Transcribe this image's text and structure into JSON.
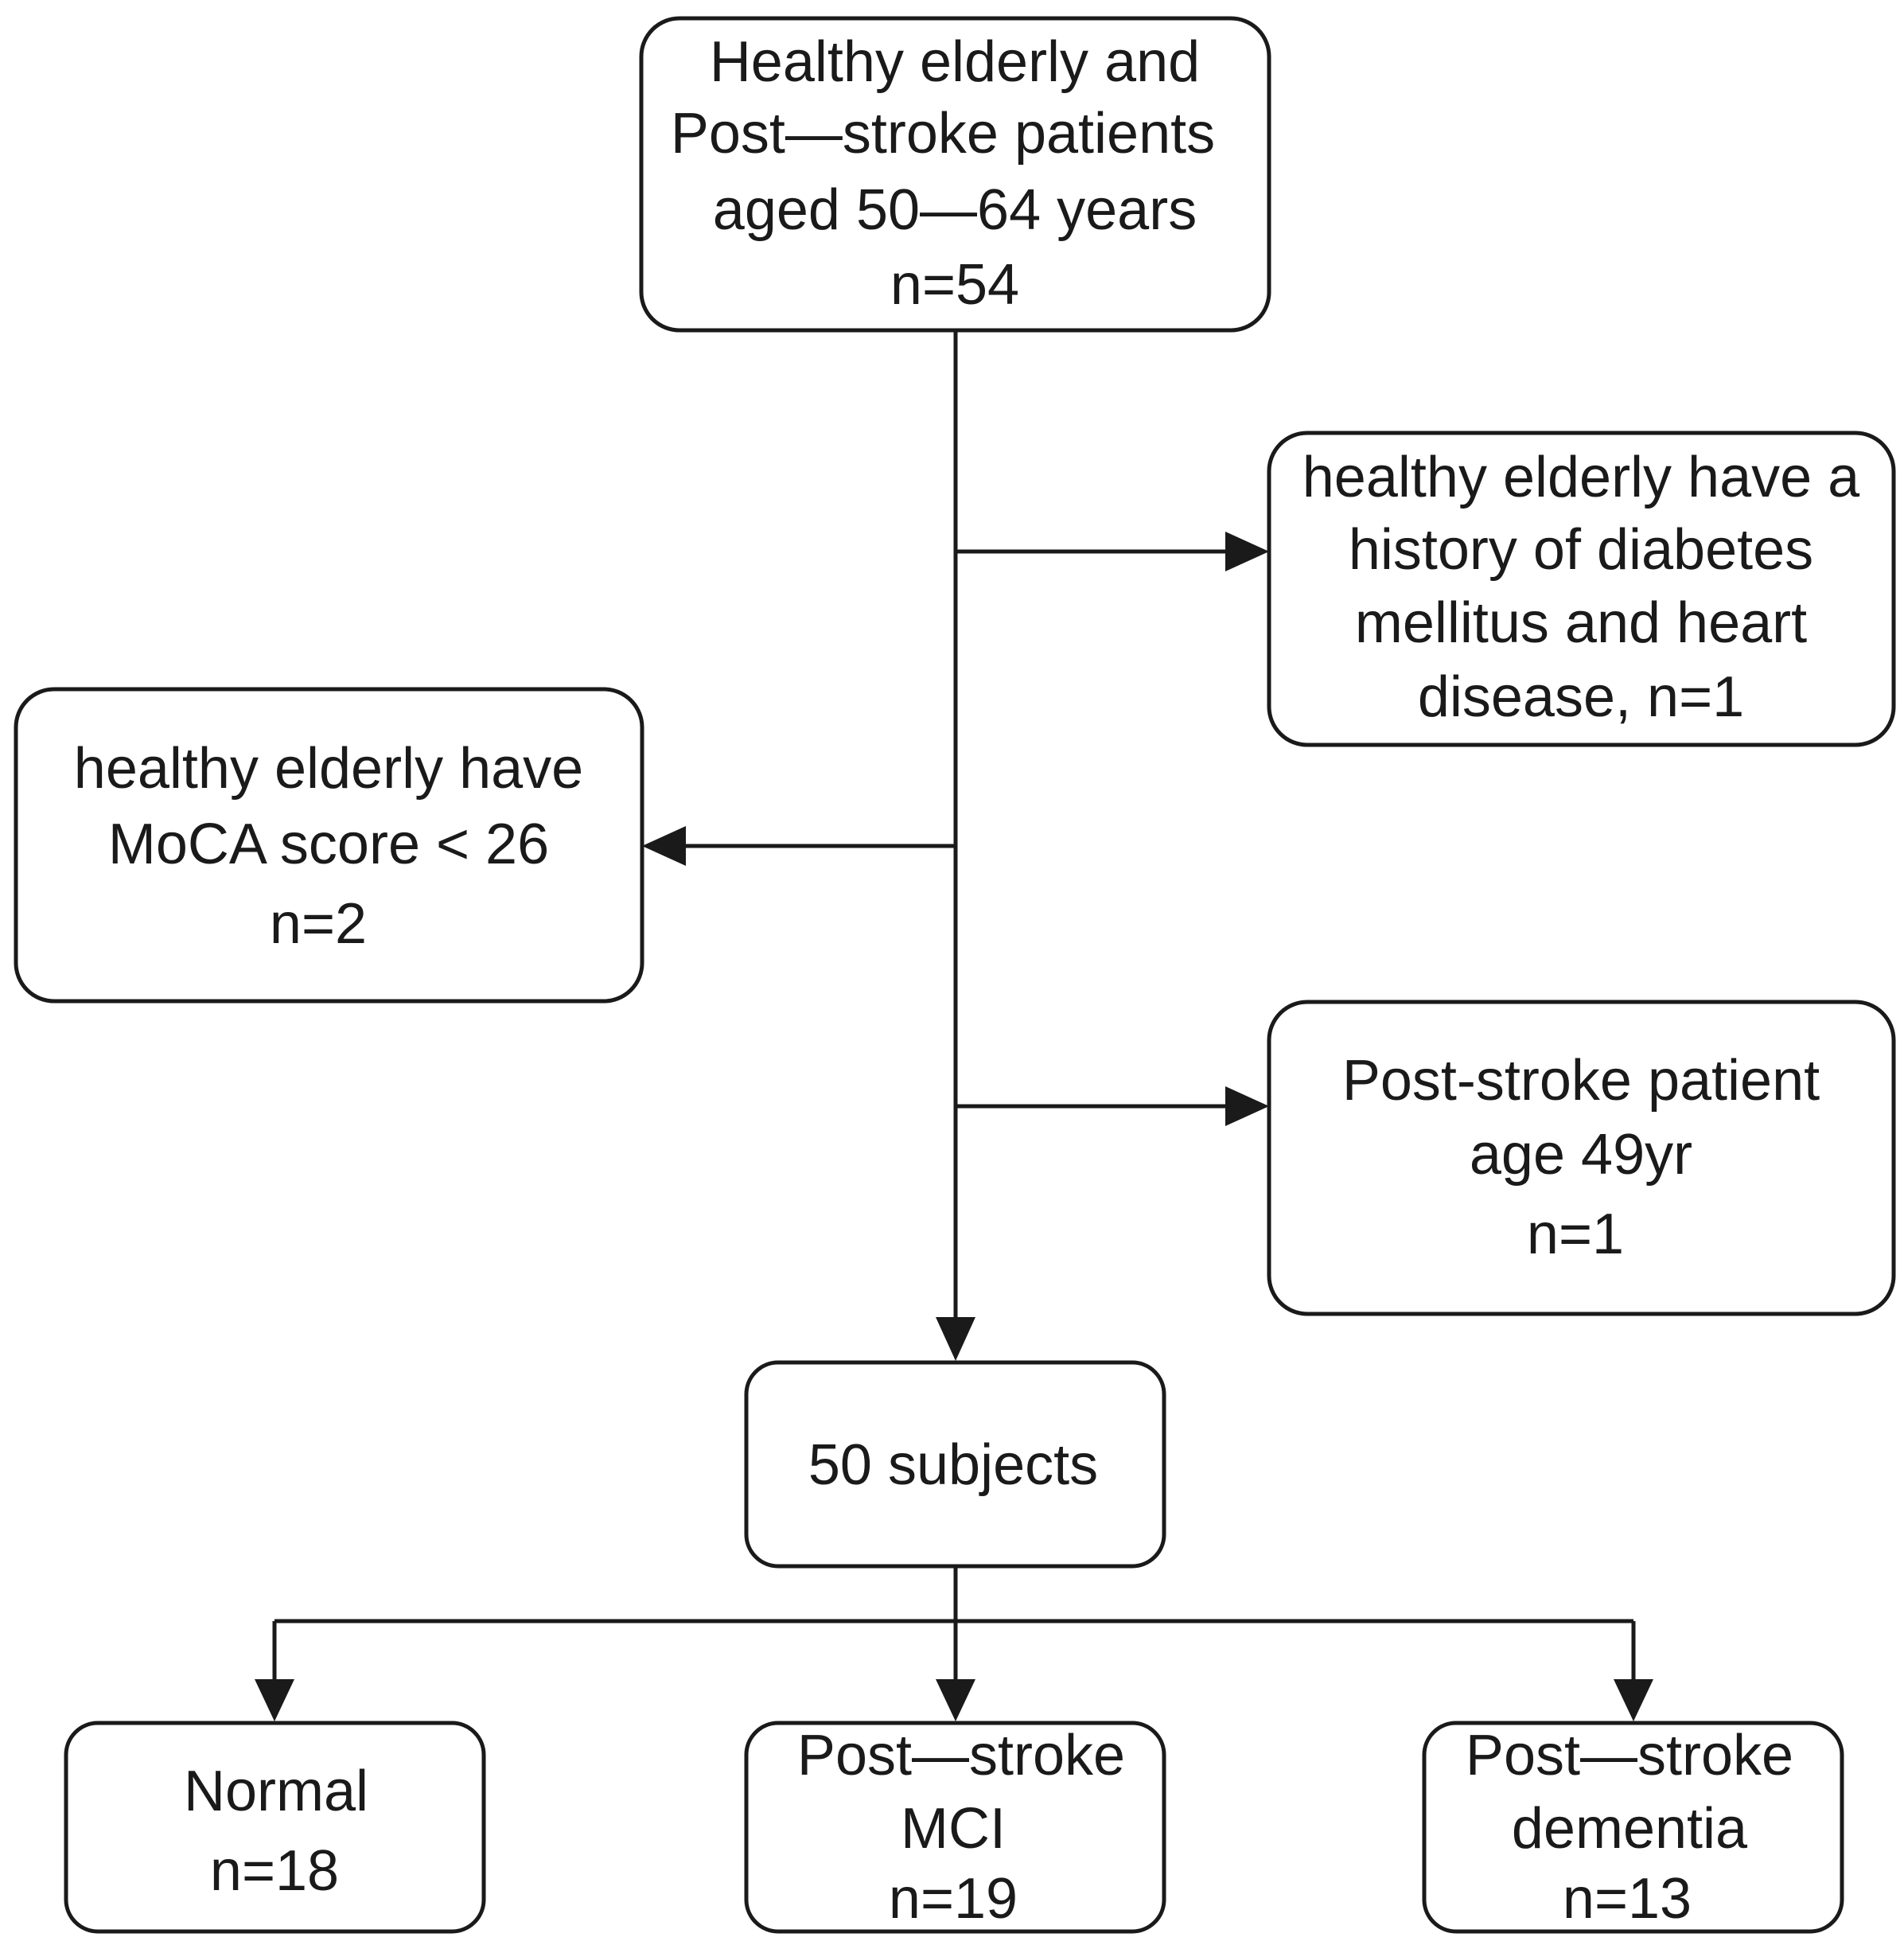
{
  "nodes": {
    "start": {
      "lines": [
        "Healthy elderly and",
        "Post—stroke patients",
        "aged 50—64  years",
        "n=54"
      ]
    },
    "excl_diabetes": {
      "lines": [
        "healthy elderly have a",
        "history of diabetes",
        "mellitus and heart",
        "disease, n=1"
      ]
    },
    "excl_moca": {
      "lines": [
        "healthy elderly have",
        "MoCA score < 26",
        "n=2"
      ]
    },
    "excl_age": {
      "lines": [
        "Post-stroke patient",
        "age 49yr",
        "n=1"
      ]
    },
    "subjects": {
      "lines": [
        "50 subjects"
      ]
    },
    "normal": {
      "lines": [
        "Normal",
        "n=18"
      ]
    },
    "mci": {
      "lines": [
        "Post—stroke",
        "MCI",
        "n=19"
      ]
    },
    "dementia": {
      "lines": [
        "Post—stroke",
        "dementia",
        "n=13"
      ]
    }
  }
}
